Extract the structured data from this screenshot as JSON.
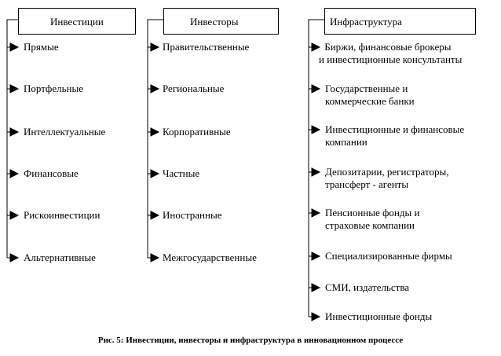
{
  "columns": [
    {
      "title": "Инвестиции",
      "items": [
        "Прямые",
        "Портфельные",
        "Интеллектуальные",
        "Финансовые",
        "Рискоинвестиции",
        "Альтернативные"
      ]
    },
    {
      "title": "Инвесторы",
      "items": [
        "Правительственные",
        "Региональные",
        "Корпоративные",
        "Частные",
        "Иностранные",
        "Межгосударственные"
      ]
    },
    {
      "title": "Инфраструктура",
      "items": [
        " Биржи, финансовые брокеры\nи инвестиционные консультанты",
        "Государственные и\nкоммерческие банки",
        "Инвестиционные и финансовые\nкомпании",
        "Депозитарии, регистраторы,\nтрансферт - агенты",
        "Пенсионные фонды и\nстраховые компании",
        "Специализированные фирмы",
        "СМИ, издательства",
        "Инвестиционные фонды"
      ]
    }
  ],
  "caption": "Рис. 5: Инвестиции, инвесторы и инфраструктура в инновационном процессе"
}
